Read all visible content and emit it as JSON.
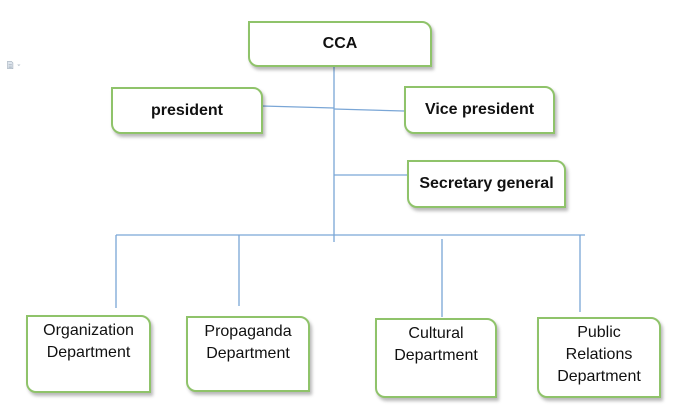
{
  "chart": {
    "root": {
      "label": "CCA"
    },
    "leadership": {
      "president": {
        "label": "president"
      },
      "vice_president": {
        "label": "Vice president"
      },
      "secretary_general": {
        "label": "Secretary general"
      }
    },
    "departments": [
      {
        "label": "Organization Department"
      },
      {
        "label": "Propaganda Department"
      },
      {
        "label": "Cultural Department"
      },
      {
        "label": "Public Relations Department"
      }
    ]
  },
  "style": {
    "connector_color": "#7aa6d6",
    "box_border_color": "#8fc36a"
  },
  "toolbar": {
    "icon": "document-icon"
  }
}
